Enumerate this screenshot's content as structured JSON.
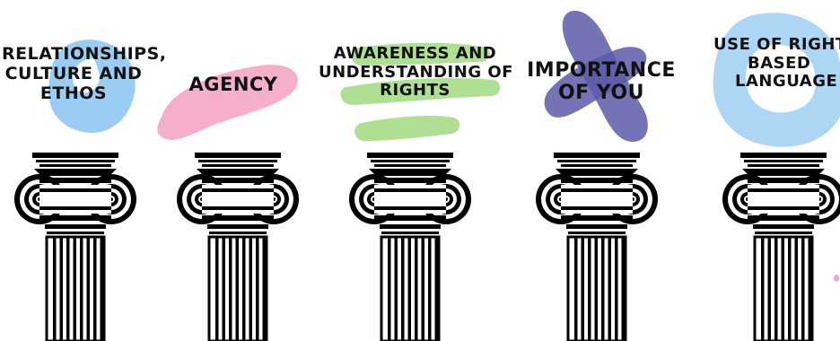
{
  "pillars": [
    {
      "lines": [
        "Relationships,",
        "culture and",
        "ethos"
      ],
      "splash_color": "#8fc8f0",
      "splash_shape": "blob"
    },
    {
      "lines": [
        "Agency"
      ],
      "splash_color": "#f5a6c5",
      "splash_shape": "stroke"
    },
    {
      "lines": [
        "Awareness and",
        "understanding of",
        "rights"
      ],
      "splash_color": "#a6dc86",
      "splash_shape": "stripes"
    },
    {
      "lines": [
        "Importance",
        "of You"
      ],
      "splash_color": "#5c5aa8",
      "splash_shape": "cross"
    },
    {
      "lines": [
        "Use of Rights",
        "Based",
        "Language"
      ],
      "splash_color": "#a4d2f4",
      "splash_shape": "ring"
    }
  ],
  "column_color": "#000000"
}
